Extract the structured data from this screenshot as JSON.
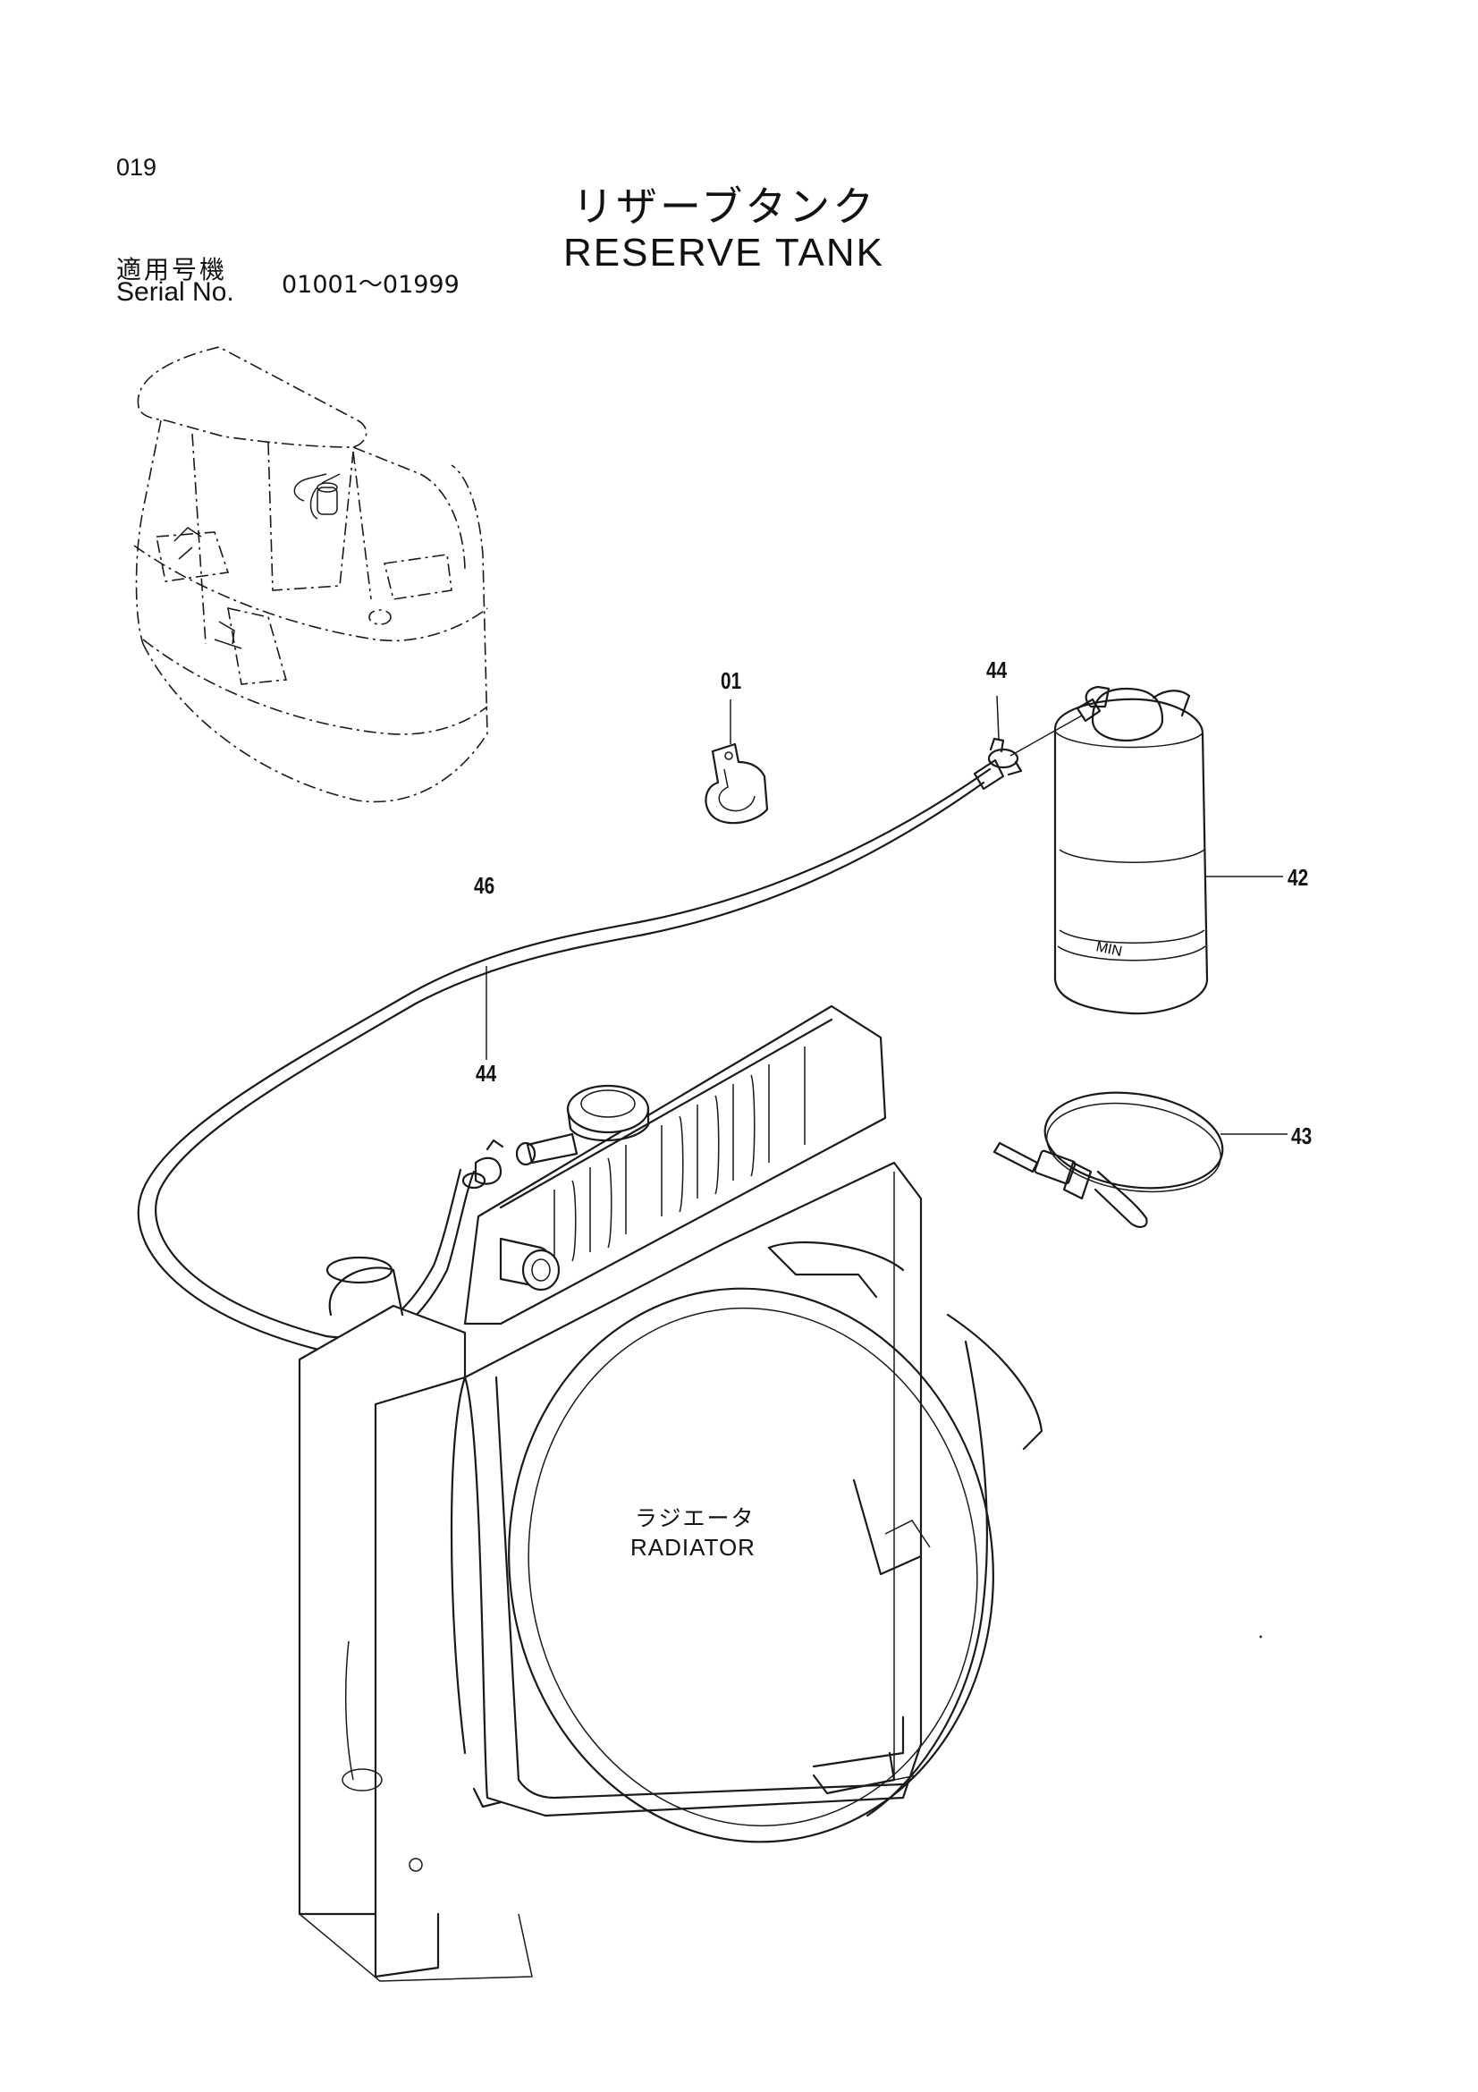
{
  "header": {
    "page_number": "019",
    "title_jp": "リザーブタンク",
    "title_en": "RESERVE TANK",
    "serial_label_jp": "適用号機",
    "serial_label_en": "Serial No.",
    "serial_range": "01001～01999"
  },
  "callouts": {
    "part_01": "01",
    "part_44_top": "44",
    "part_42": "42",
    "part_46": "46",
    "part_44_lower": "44",
    "part_43": "43"
  },
  "labels": {
    "radiator_jp": "ラジエータ",
    "radiator_en": "RADIATOR",
    "tank_min": "MIN"
  }
}
